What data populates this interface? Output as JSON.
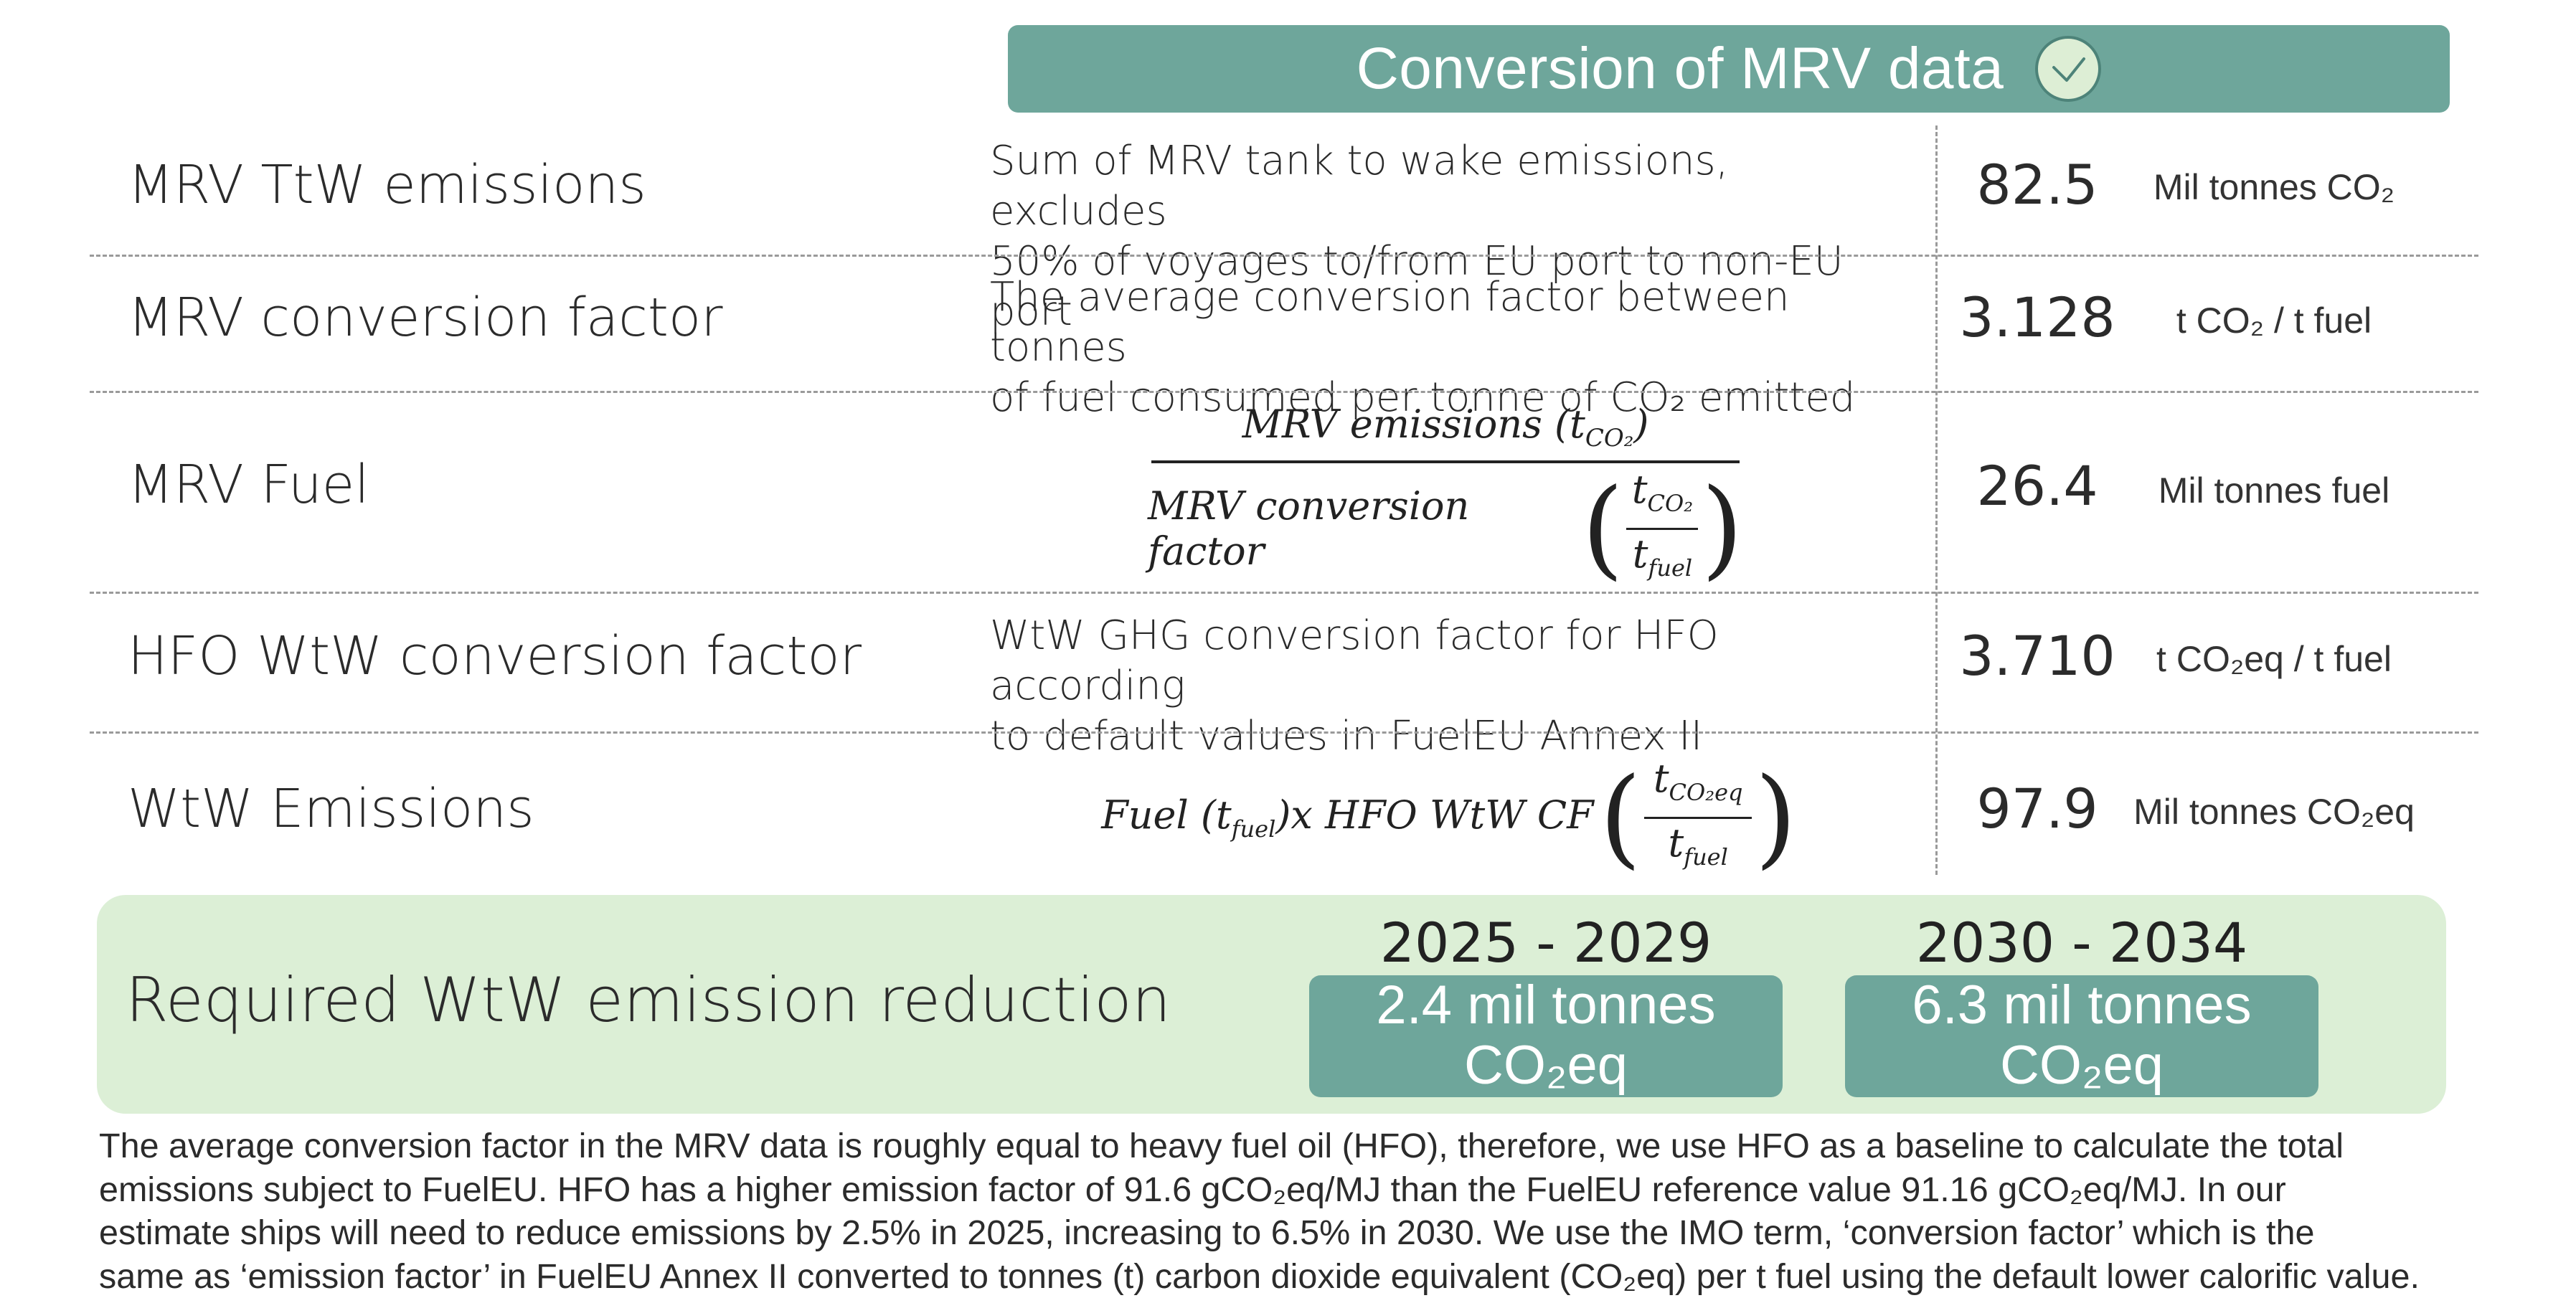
{
  "header": {
    "title": "Conversion of MRV data",
    "icon": "check-icon"
  },
  "rows": [
    {
      "label": "MRV TtW emissions",
      "desc_line1": "Sum of MRV tank to wake emissions, excludes",
      "desc_line2": "50% of voyages to/from EU port to non-EU port",
      "value": "82.5",
      "unit": "Mil tonnes CO₂"
    },
    {
      "label": "MRV conversion factor",
      "desc_line1": "The average conversion factor between tonnes",
      "desc_line2": "of fuel consumed per tonne of CO₂ emitted",
      "value": "3.128",
      "unit": "t CO₂ / t fuel"
    },
    {
      "label": "MRV Fuel",
      "formula": {
        "numerator": "MRV emissions (t",
        "numerator_sub": "CO₂",
        "denominator": "MRV conversion factor",
        "frac_num": "t",
        "frac_num_sub": "CO₂",
        "frac_den": "t",
        "frac_den_sub": "fuel"
      },
      "value": "26.4",
      "unit": "Mil tonnes fuel"
    },
    {
      "label": "HFO WtW conversion factor",
      "desc_line1": "WtW GHG conversion factor for HFO according",
      "desc_line2": "to default values in FuelEU Annex II",
      "value": "3.710",
      "unit": "t CO₂eq / t fuel"
    },
    {
      "label": "WtW Emissions",
      "formula": {
        "prefix": "Fuel (t",
        "prefix_sub": "fuel",
        "middle": ")x HFO WtW CF",
        "frac_num": "t",
        "frac_num_sub": "CO₂eq",
        "frac_den": "t",
        "frac_den_sub": "fuel"
      },
      "value": "97.9",
      "unit": "Mil tonnes CO₂eq"
    }
  ],
  "reduction": {
    "label": "Required WtW emission reduction",
    "periods": [
      {
        "years": "2025 - 2029",
        "amount_line1": "2.4 mil tonnes",
        "amount_line2": "CO₂eq"
      },
      {
        "years": "2030 - 2034",
        "amount_line1": "6.3 mil tonnes",
        "amount_line2": "CO₂eq"
      }
    ]
  },
  "footnote": {
    "line1": "The average conversion factor in the MRV data is roughly equal to heavy fuel oil (HFO), therefore, we use HFO as a baseline to calculate the total",
    "line2": "emissions subject to FuelEU. HFO has a higher emission factor of 91.6 gCO₂eq/MJ than the FuelEU reference value 91.16 gCO₂eq/MJ. In our",
    "line3": "estimate ships will need to reduce emissions by 2.5% in 2025, increasing to 6.5% in 2030. We use the IMO term, ‘conversion factor’ which is the",
    "line4": "same as ‘emission factor’ in FuelEU Annex II converted to tonnes (t) carbon dioxide equivalent (CO₂eq) per t fuel using the default lower calorific value."
  },
  "colors": {
    "accent": "#6ea69b",
    "reduction_bg": "#dcefd6",
    "check_bg": "#ddeed5"
  }
}
